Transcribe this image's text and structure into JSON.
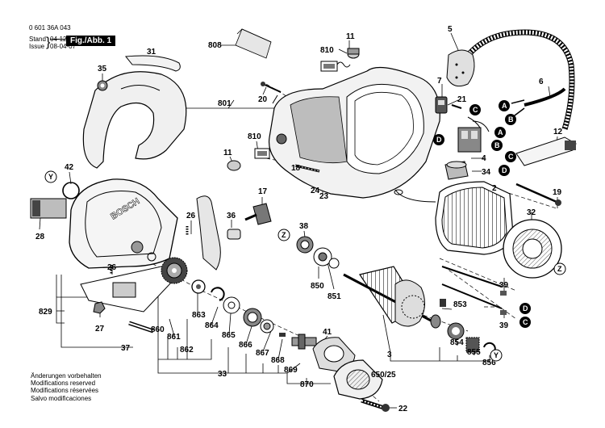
{
  "header": {
    "doc_number": "0 601 36A 043",
    "stand_label": "Stand",
    "stand_value": "04-12",
    "issue_label": "Issue",
    "issue_value": "08-04-07",
    "figure_label": "Fig./Abb. 1"
  },
  "footer": {
    "lines": [
      "Änderungen vorbehalten",
      "Modifications reserved",
      "Modifications réservées",
      "Salvo modificaciones"
    ]
  },
  "part_labels": {
    "p808": "808",
    "p11a": "11",
    "p810a": "810",
    "p5": "5",
    "p31": "31",
    "p35": "35",
    "p801": "801",
    "p20": "20",
    "p7": "7",
    "p21": "21",
    "p6": "6",
    "p810b": "810",
    "p11b": "11",
    "p12": "12",
    "p42": "42",
    "p18": "18",
    "p4": "4",
    "p34": "34",
    "p24": "24",
    "p23": "23",
    "p2": "2",
    "p19": "19",
    "p17": "17",
    "p26a": "26",
    "p36": "36",
    "p32": "32",
    "p28": "28",
    "p38": "38",
    "p26b": "26",
    "p850": "850",
    "p851": "851",
    "p39a": "39",
    "p853": "853",
    "p39b": "39",
    "p829": "829",
    "p863": "863",
    "p27": "27",
    "p860": "860",
    "p864": "864",
    "p865": "865",
    "p866": "866",
    "p867": "867",
    "p868": "868",
    "p41": "41",
    "p37": "37",
    "p861": "861",
    "p862": "862",
    "p3": "3",
    "p854": "854",
    "p855": "855",
    "p856": "856",
    "p869": "869",
    "p650": "650/25",
    "p33": "33",
    "p870": "870",
    "p22": "22"
  },
  "markers": {
    "A": "A",
    "B": "B",
    "C": "C",
    "D": "D",
    "Y": "Y",
    "Z": "Z"
  }
}
